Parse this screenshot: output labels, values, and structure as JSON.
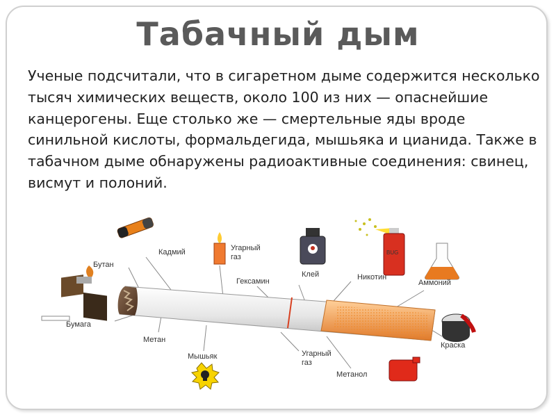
{
  "slide": {
    "title": "Табачный дым",
    "body": "Ученые подсчитали, что в сигаретном дыме содержится несколько тысяч химических веществ, около 100 из них — опаснейшие канцерогены. Еще столько же — смертельные яды вроде синильной кислоты, формальдегида, мышьяка и цианида. Также в табачном дыме обнаружены радиоактивные соединения: свинец, висмут и полоний."
  },
  "labels": {
    "kadmiy": "Кадмий",
    "ugarny_gaz_top_1": "Угарный",
    "ugarny_gaz_top_2": "газ",
    "butan": "Бутан",
    "geksamin": "Гексамин",
    "kley": "Клей",
    "nikotin": "Никотин",
    "ammoniy": "Аммоний",
    "bumaga": "Бумага",
    "metan": "Метан",
    "myshyak": "Мышьяк",
    "ugarny_gaz_bottom_1": "Угарный",
    "ugarny_gaz_bottom_2": "газ",
    "metanol": "Метанол",
    "kraska": "Краска",
    "spray_can_text": "BUG"
  },
  "colors": {
    "title": "#5a5a5a",
    "text": "#222222",
    "filter": "#f5a050",
    "frame": "#d0d0d0"
  }
}
